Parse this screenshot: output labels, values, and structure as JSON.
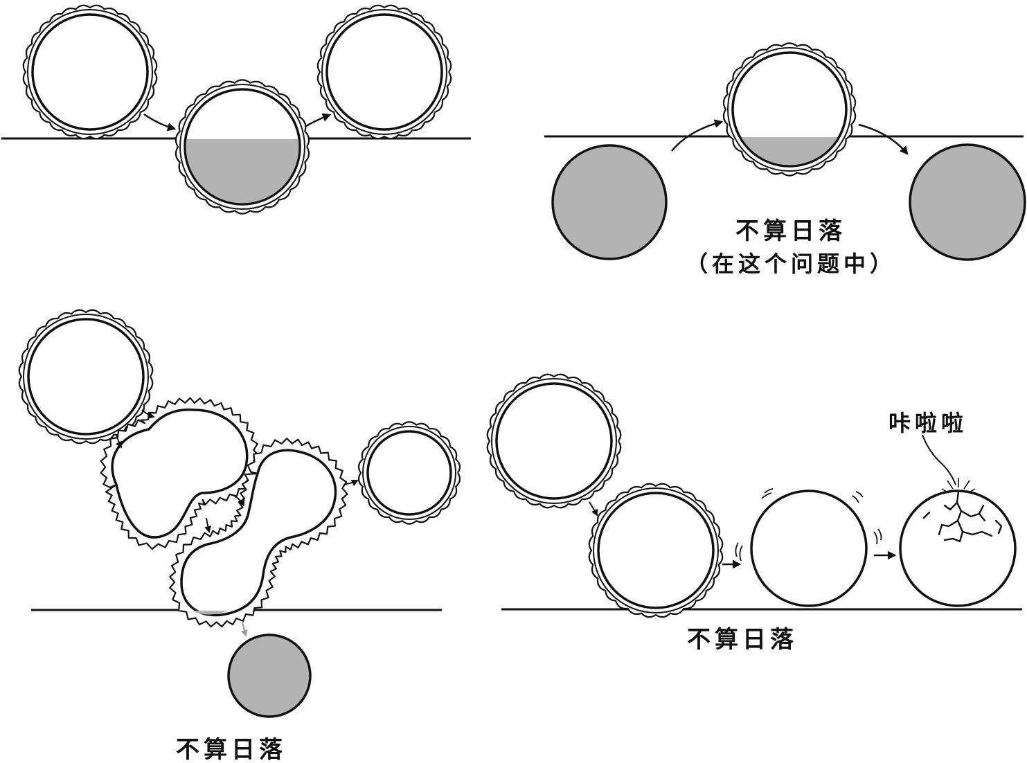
{
  "panels": {
    "top_right": {
      "caption_line1": "不算日落",
      "caption_line2": "（在这个问题中）"
    },
    "bottom_left": {
      "caption": "不算日落"
    },
    "bottom_right": {
      "caption": "不算日落",
      "sound_effect": "咔啦啦"
    }
  },
  "colors": {
    "ink": "#111111",
    "below_horizon_fill": "#b3b3b3",
    "sun_fill": "#ffffff",
    "faint_arrow": "#999999"
  }
}
